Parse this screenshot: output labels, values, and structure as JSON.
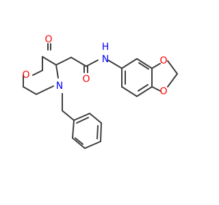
{
  "atoms": {
    "oxygen_carbonyl_ring": "O",
    "oxygen_ring": "O",
    "nitrogen_ring": "N",
    "oxygen_amide": "O",
    "amide_nh": "N",
    "amide_h": "H",
    "oxygen_dioxole_top": "O",
    "oxygen_dioxole_bottom": "O"
  },
  "colors": {
    "bond": "#3c3c3c",
    "oxygen": "#ff0000",
    "nitrogen": "#0000ff"
  }
}
